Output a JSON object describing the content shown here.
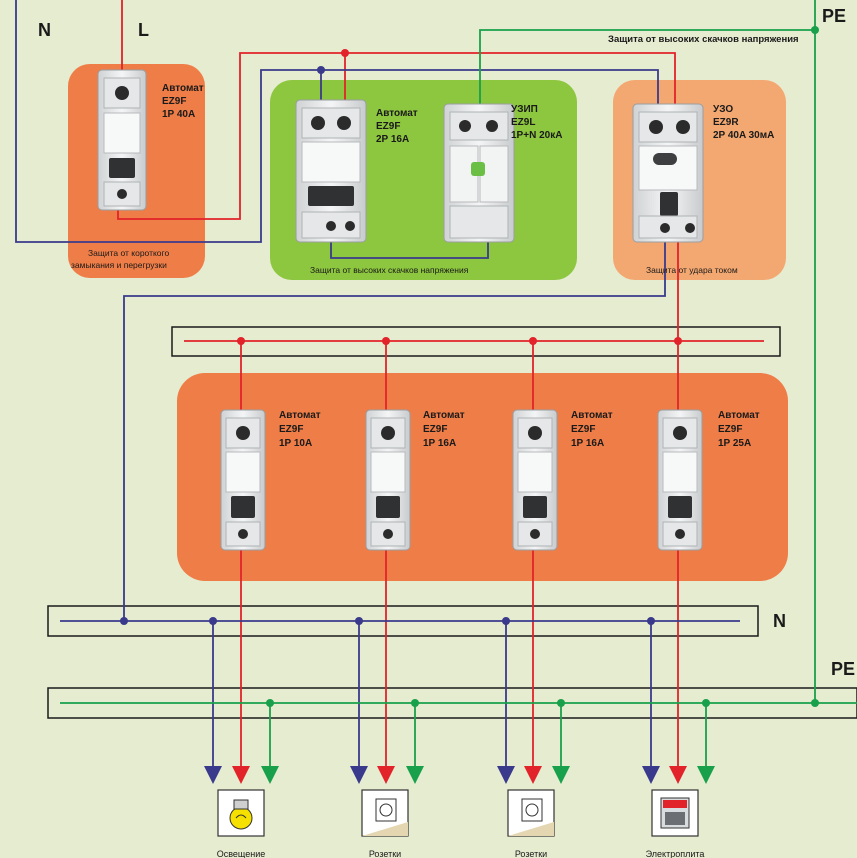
{
  "colors": {
    "background": "#e6ecd0",
    "phase": "#e2232a",
    "neutral": "#3a3a8c",
    "earth": "#19a04b",
    "group_orange": "#ef7d47",
    "group_green": "#8dc63f",
    "group_peach": "#f4a871"
  },
  "terminals": {
    "n": "N",
    "l": "L",
    "pe_top": "PE"
  },
  "top_banner": "Защита от высоких скачков напряжения",
  "devices": {
    "main": {
      "line1": "Автомат",
      "line2": "EZ9F",
      "line3": "1P 40A"
    },
    "two_pole": {
      "line1": "Автомат",
      "line2": "EZ9F",
      "line3": "2P 16A"
    },
    "spd": {
      "line1": "УЗИП",
      "line2": "EZ9L",
      "line3": "1P+N 20кА"
    },
    "rcd": {
      "line1": "УЗО",
      "line2": "EZ9R",
      "line3": "2P 40A 30мА"
    }
  },
  "group_captions": {
    "main_line1": "Защита от короткого",
    "main_line2": "замыкания и перегрузки",
    "surge": "Защита от высоких скачков напряжения",
    "rcd": "Защита от удара током"
  },
  "branches": [
    {
      "line1": "Автомат",
      "line2": "EZ9F",
      "line3": "1P 10A",
      "icon": "light-bulb-icon",
      "caption": "Освещение"
    },
    {
      "line1": "Автомат",
      "line2": "EZ9F",
      "line3": "1P 16A",
      "icon": "socket-icon",
      "caption": "Розетки"
    },
    {
      "line1": "Автомат",
      "line2": "EZ9F",
      "line3": "1P 16A",
      "icon": "socket-icon",
      "caption": "Розетки"
    },
    {
      "line1": "Автомат",
      "line2": "EZ9F",
      "line3": "1P 25A",
      "icon": "electric-stove-icon",
      "caption": "Электроплита"
    }
  ],
  "buses": {
    "neutral_label": "N",
    "earth_label": "PE"
  }
}
